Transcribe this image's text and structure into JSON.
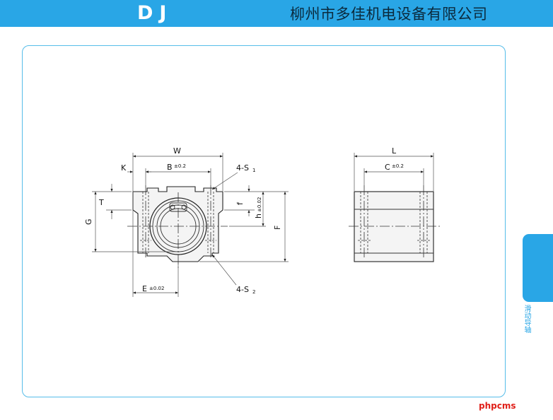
{
  "header": {
    "product_code": "DJ",
    "company_name": "柳州市多佳机电设备有限公司"
  },
  "side_tab": {
    "label": "滑动导轴"
  },
  "watermark": "phpcms",
  "colors": {
    "brand_blue": "#29a6e6",
    "frame_blue": "#56bde9",
    "watermark_red": "#e0201a"
  },
  "drawing": {
    "front_view": {
      "labels": {
        "W": "W",
        "K": "K",
        "B": "B",
        "B_tol": "±0.2",
        "S1": "4-S",
        "S1_sub": "1",
        "T": "T",
        "G": "G",
        "f": "f",
        "h": "h",
        "h_tol": "±0.02",
        "F": "F",
        "E": "E",
        "E_tol": "±0.02",
        "S2": "4-S",
        "S2_sub": "2"
      }
    },
    "side_view": {
      "labels": {
        "L": "L",
        "C": "C",
        "C_tol": "±0.2"
      }
    }
  }
}
